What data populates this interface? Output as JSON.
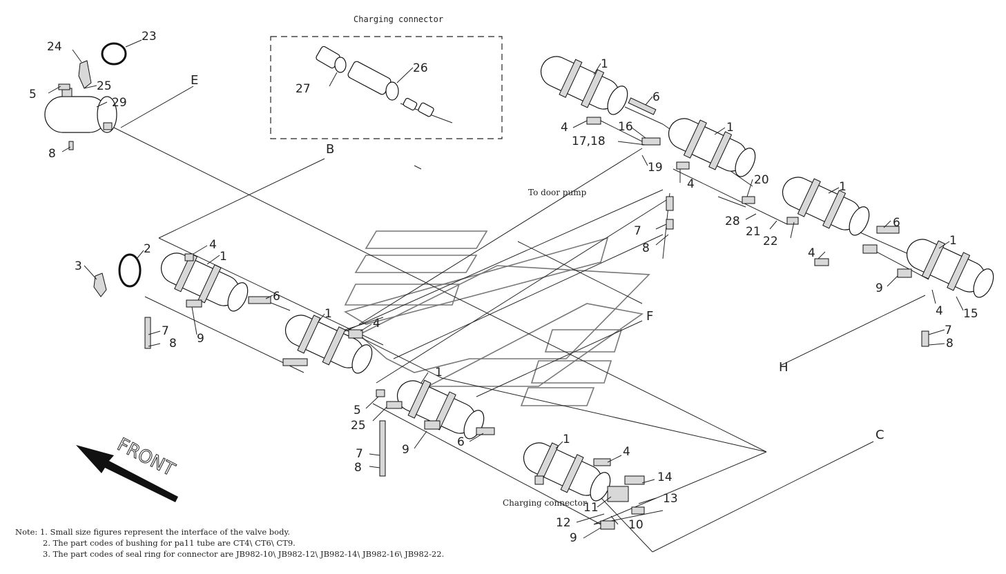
{
  "title": "Charging connector",
  "to_door_pump": "To door pump",
  "charging_connector_small": "Charging connector",
  "front_label": "FRONT",
  "letters": {
    "E": "E",
    "B": "B",
    "F": "F",
    "C": "C",
    "H": "H"
  },
  "callouts": {
    "c24": "24",
    "c23": "23",
    "c5a": "5",
    "c25a": "25",
    "c29": "29",
    "c8a": "8",
    "c27": "27",
    "c26": "26",
    "c1a": "1",
    "c6a": "6",
    "c4a": "4",
    "c16": "16",
    "c1b": "1",
    "c1718": "17,18",
    "c19": "19",
    "c4b": "4",
    "c20": "20",
    "c1c": "1",
    "c28": "28",
    "c21": "21",
    "c22": "22",
    "c6b": "6",
    "c7a": "7",
    "c8b": "8",
    "c4c": "4",
    "c1d": "1",
    "c9a": "9",
    "c4d": "4",
    "c15": "15",
    "c7b": "7",
    "c8c": "8",
    "c2": "2",
    "c3": "3",
    "c4e": "4",
    "c1e": "1",
    "c6c": "6",
    "c9b": "9",
    "c7c": "7",
    "c8d": "8",
    "c1f": "1",
    "c4f": "4",
    "c1g": "1",
    "c5b": "5",
    "c25b": "25",
    "c9c": "9",
    "c6d": "6",
    "c7d": "7",
    "c8e": "8",
    "c1h": "1",
    "c4g": "4",
    "c14": "14",
    "c13": "13",
    "c11": "11",
    "c12": "12",
    "c10": "10",
    "c9d": "9"
  },
  "notes": [
    "Note: 1. Small size figures represent the interface of the valve body.",
    "2. The part codes of bushing for pa11 tube are CT4\\ CT6\\ CT9.",
    "3. The part codes of seal ring for connector are JB982-10\\ JB982-12\\ JB982-14\\ JB982-16\\ JB982-22."
  ]
}
